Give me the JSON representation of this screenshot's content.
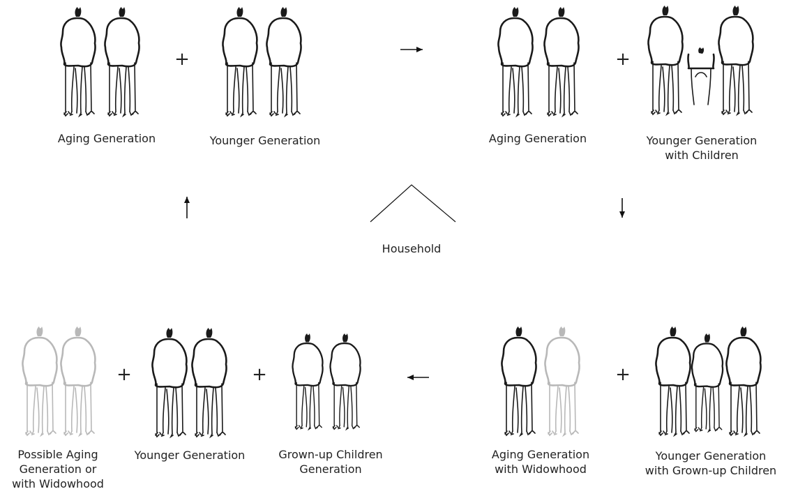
{
  "colors": {
    "ink": "#1a1a1a",
    "faded": "#b8b8b8"
  },
  "labels": {
    "top_left_aging": "Aging Generation",
    "top_left_younger": "Younger Generation",
    "top_right_aging": "Aging Generation",
    "top_right_younger": [
      "Younger Generation",
      "with Children"
    ],
    "household": "Household",
    "bottom_possible": [
      "Possible Aging",
      "Generation or",
      "with Widowhood"
    ],
    "bottom_younger": "Younger Generation",
    "bottom_grownup": [
      "Grown-up Children",
      "Generation"
    ],
    "bottom_right_aging": [
      "Aging Generation",
      "with Widowhood"
    ],
    "bottom_right_younger": [
      "Younger Generation",
      "with Grown-up Children"
    ]
  },
  "operators": {
    "plus": "+"
  },
  "icons": {
    "person": "person-figure-icon",
    "child": "child-figure-icon",
    "arrow": "arrow-icon",
    "house": "house-roof-icon"
  }
}
